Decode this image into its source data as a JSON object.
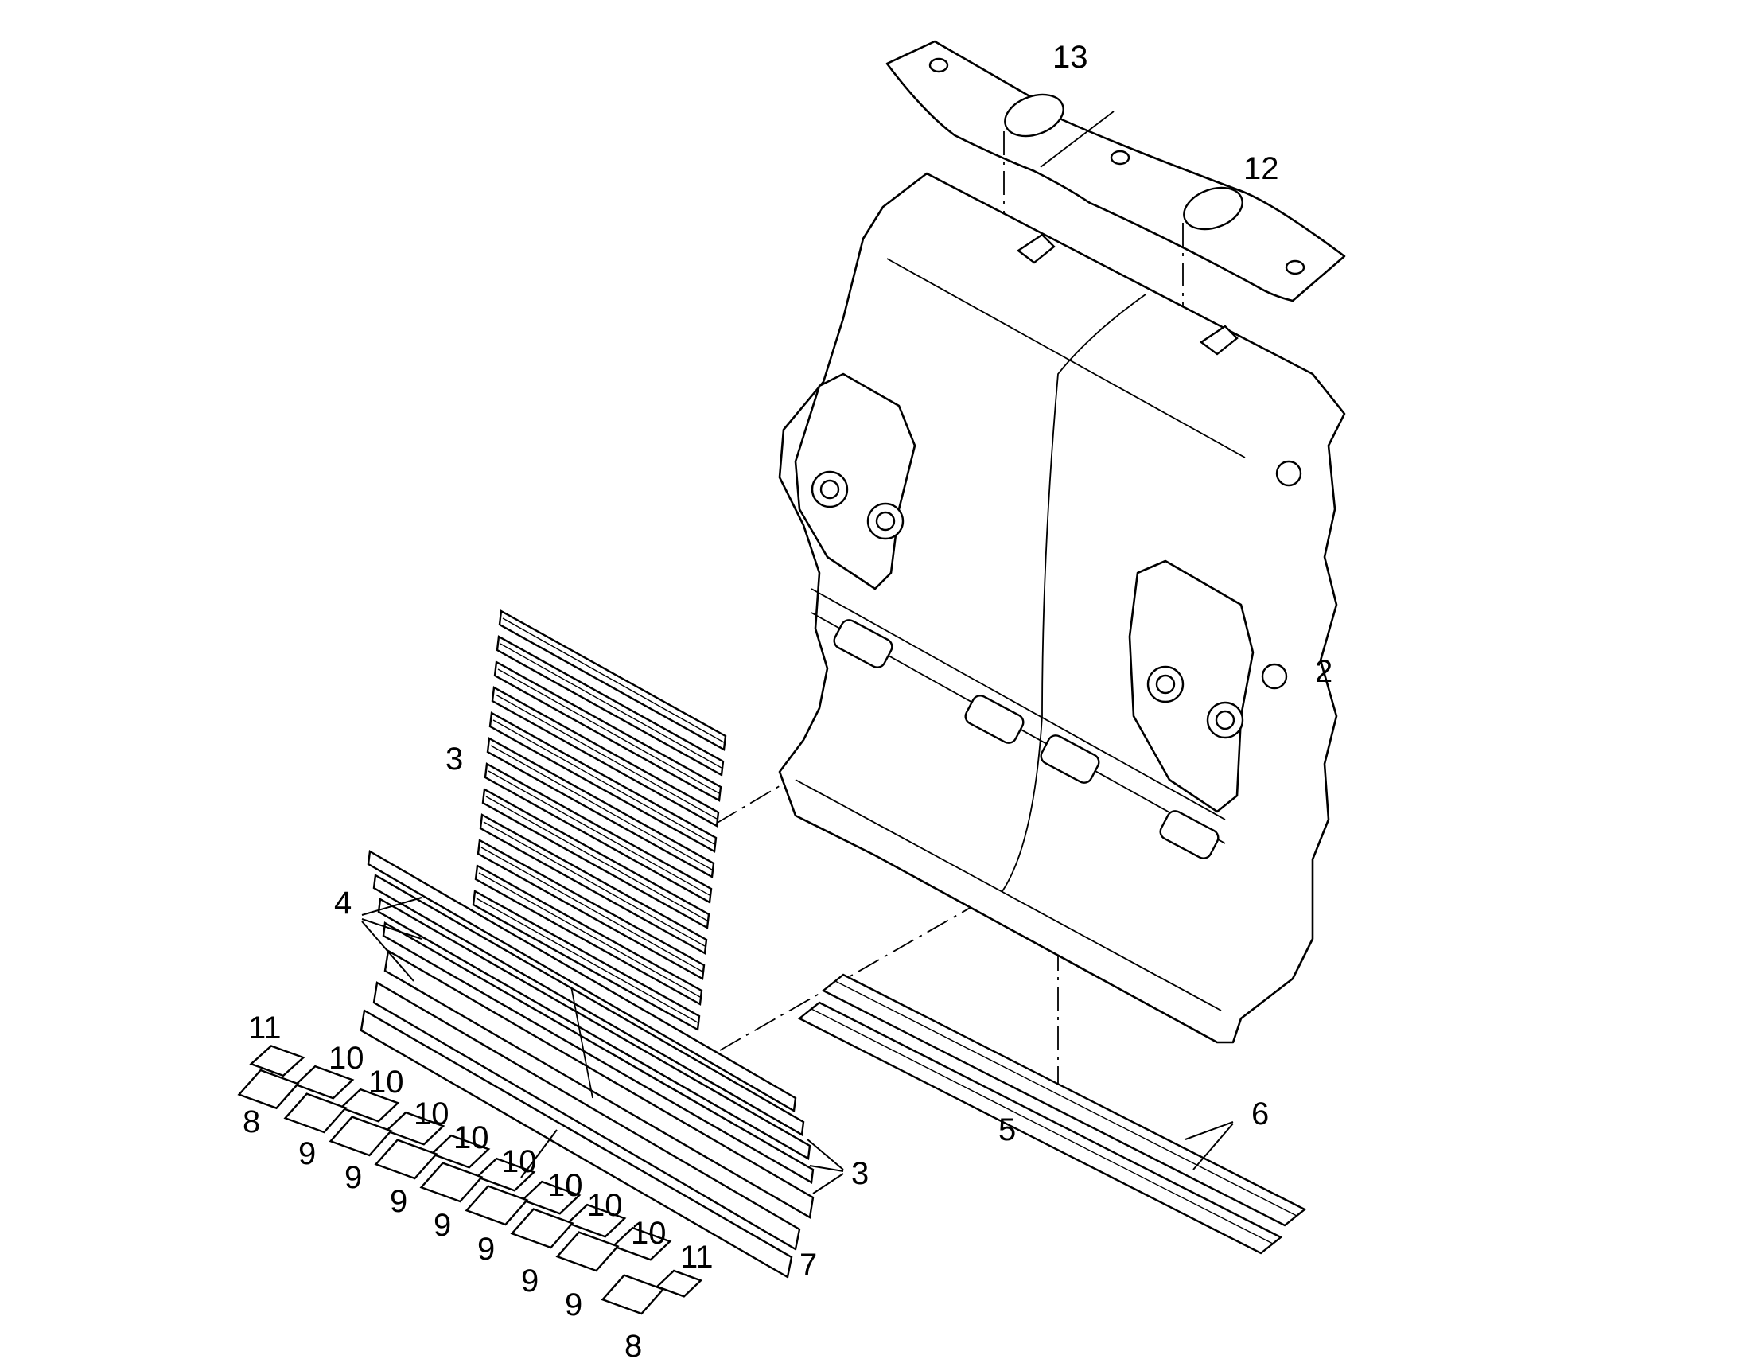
{
  "diagram": {
    "callouts": {
      "c2": "2",
      "c3_top": "3",
      "c3_bottom": "3",
      "c4": "4",
      "c5": "5",
      "c6": "6",
      "c7": "7",
      "c8_top": "8",
      "c8_bottom": "8",
      "c9_1": "9",
      "c9_2": "9",
      "c9_3": "9",
      "c9_4": "9",
      "c9_5": "9",
      "c9_6": "9",
      "c9_7": "9",
      "c10_1": "10",
      "c10_2": "10",
      "c10_3": "10",
      "c10_4": "10",
      "c10_5": "10",
      "c10_6": "10",
      "c10_7": "10",
      "c10_8": "10",
      "c11_top": "11",
      "c11_bottom": "11",
      "c12": "12",
      "c13": "13"
    }
  }
}
